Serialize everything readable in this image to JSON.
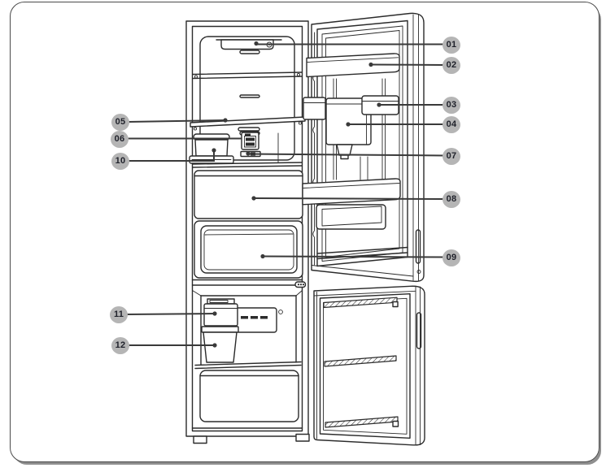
{
  "diagram": {
    "figure_type": "refrigerator parts overview diagram",
    "subject": "bottom-freezer refrigerator with fridge and freezer doors open",
    "callouts": [
      {
        "label": "01"
      },
      {
        "label": "02"
      },
      {
        "label": "03"
      },
      {
        "label": "04"
      },
      {
        "label": "05"
      },
      {
        "label": "06"
      },
      {
        "label": "07"
      },
      {
        "label": "08"
      },
      {
        "label": "09"
      },
      {
        "label": "10"
      },
      {
        "label": "11"
      },
      {
        "label": "12"
      }
    ],
    "colors": {
      "background": "#ffffff",
      "page_border": "#4a4a4a",
      "page_shadow": "#8f8f8f",
      "artwork_stroke": "#2b2b2b",
      "callout_line": "#3a3a3a",
      "badge_fill": "#b5b5b5",
      "badge_text": "#20222b"
    }
  }
}
